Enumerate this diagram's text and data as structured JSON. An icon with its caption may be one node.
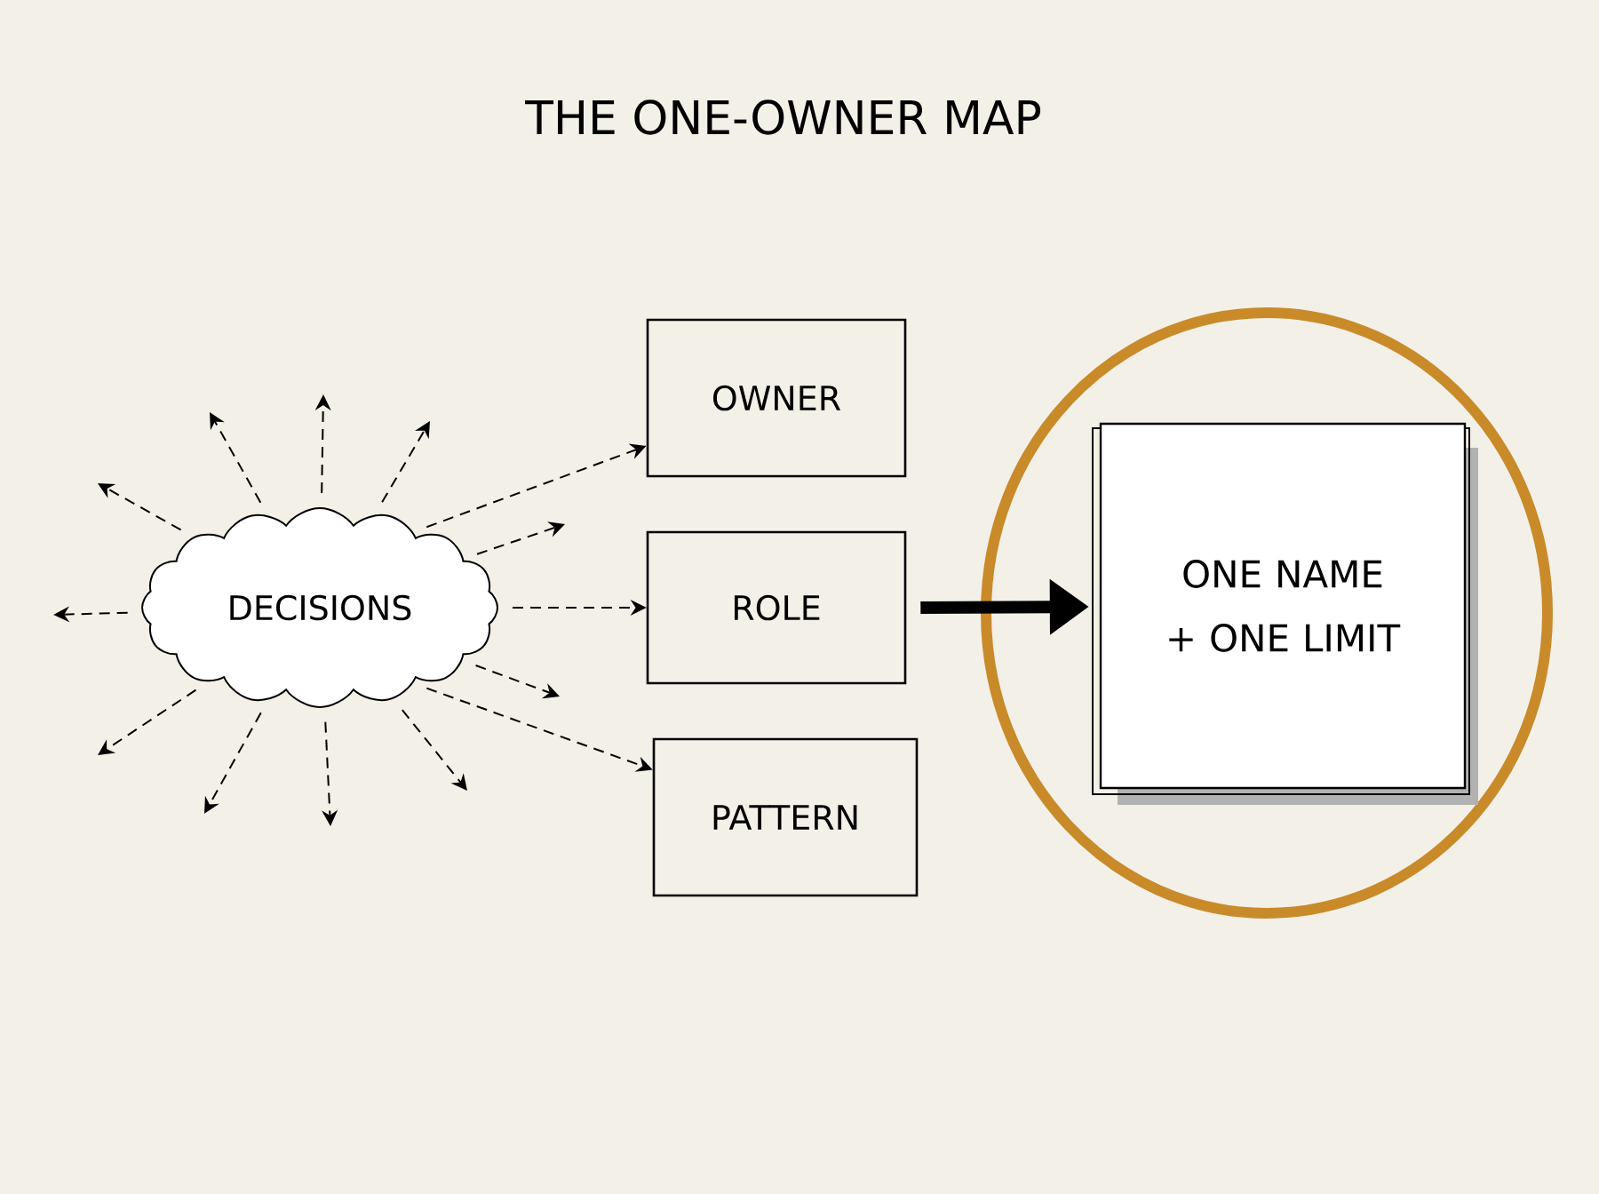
{
  "diagram": {
    "title": "THE ONE-OWNER MAP",
    "nodes": [
      {
        "text": [
          "DECISIONS"
        ]
      },
      {
        "text": [
          "OWNER"
        ]
      },
      {
        "text": [
          "ROLE"
        ]
      },
      {
        "text": [
          "PATTERN"
        ]
      },
      {
        "text": [],
        "shape": "circle"
      },
      {
        "text": [
          "ONE NAME + ONE LIMIT"
        ],
        "in": 4
      }
    ],
    "edges": [
      {
        "from": 0,
        "to": 1,
        "arrow": "to",
        "style": "dashed"
      },
      {
        "from": 0,
        "to": 2,
        "arrow": "to",
        "style": "dashed"
      },
      {
        "from": 0,
        "to": 3,
        "arrow": "to",
        "style": "dashed"
      },
      {
        "from": 0,
        "to": null,
        "arrow": "to",
        "style": "dashed"
      },
      {
        "from": 0,
        "to": null,
        "arrow": "to",
        "style": "dashed"
      },
      {
        "from": 0,
        "to": null,
        "arrow": "to",
        "style": "dashed"
      },
      {
        "from": 0,
        "to": null,
        "arrow": "to",
        "style": "dashed"
      },
      {
        "from": 0,
        "to": null,
        "arrow": "to",
        "style": "dashed"
      },
      {
        "from": 0,
        "to": null,
        "arrow": "to",
        "style": "dashed"
      },
      {
        "from": 0,
        "to": null,
        "arrow": "to",
        "style": "dashed"
      },
      {
        "from": 0,
        "to": null,
        "arrow": "to",
        "style": "dashed"
      },
      {
        "from": 0,
        "to": null,
        "arrow": "to",
        "style": "dashed"
      },
      {
        "from": 0,
        "to": null,
        "arrow": "to",
        "style": "dashed"
      },
      {
        "from": 0,
        "to": null,
        "arrow": "to",
        "style": "dashed"
      },
      {
        "from": 2,
        "to": 5,
        "arrow": "to",
        "style": "thick"
      }
    ]
  }
}
